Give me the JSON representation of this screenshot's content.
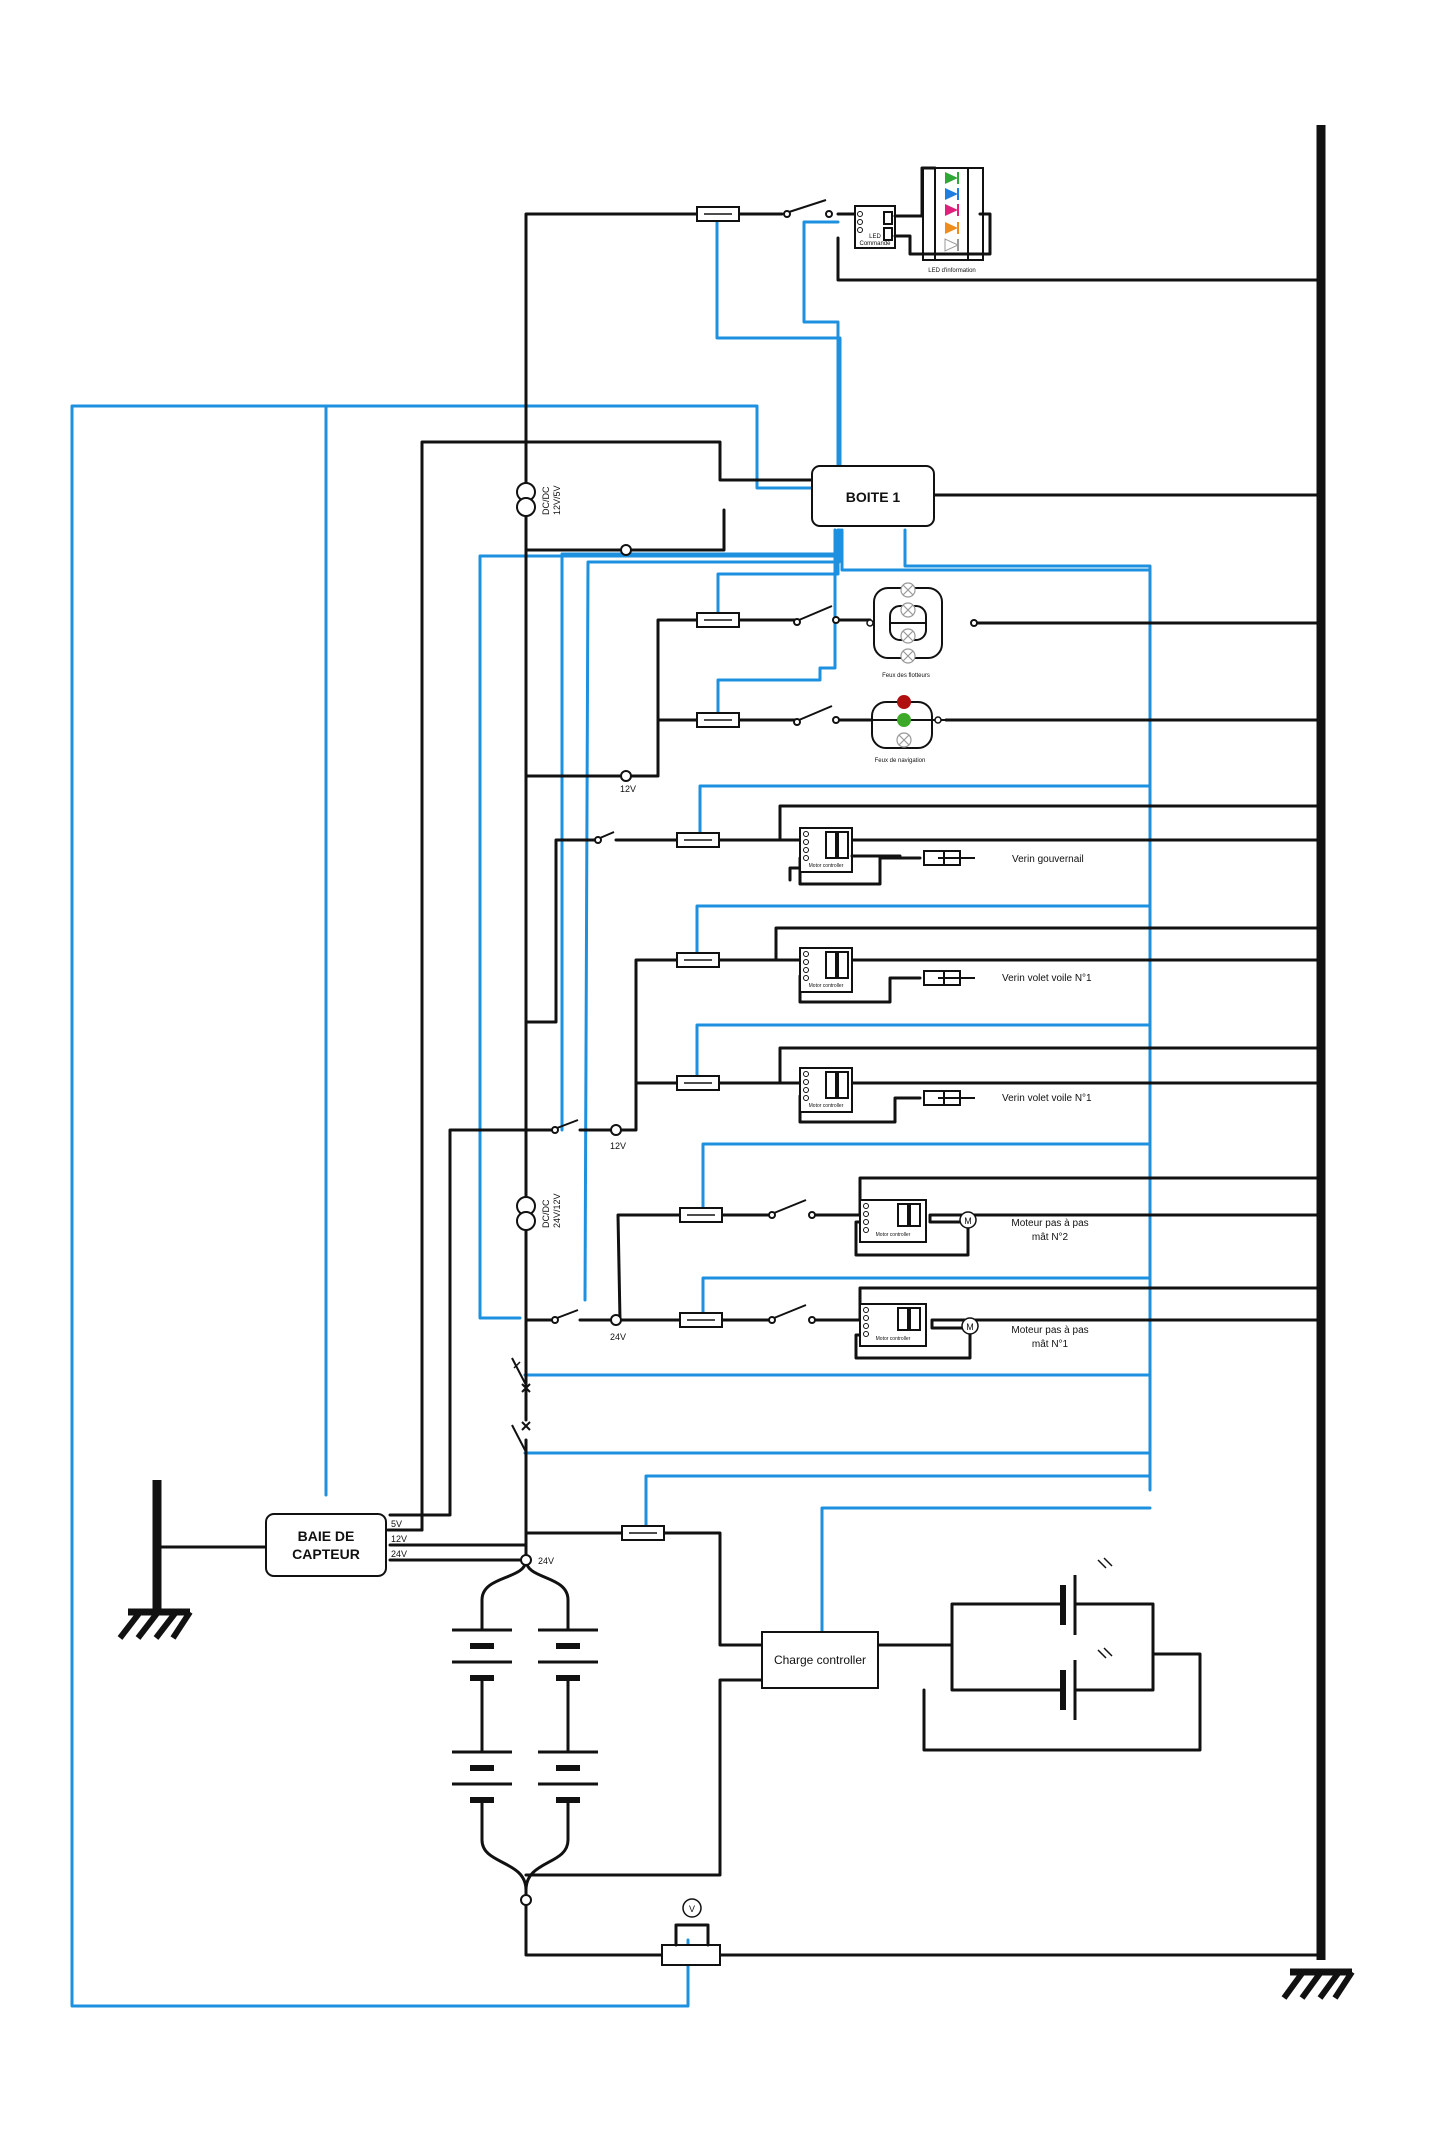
{
  "boxes": {
    "boite": "BOITE 1",
    "baie_line1": "BAIE DE",
    "baie_line2": "CAPTEUR",
    "charge": "Charge controller"
  },
  "dcdc_top": {
    "line1": "DC/DC",
    "line2": "12V/5V"
  },
  "dcdc_bottom": {
    "line1": "DC/DC",
    "line2": "24V/12V"
  },
  "voltages": {
    "v5": "5V",
    "v12": "12V",
    "v24": "24V"
  },
  "small_labels": {
    "led_commande_1": "LED",
    "led_commande_2": "Commande",
    "led_info": "LED d'information",
    "feux_flotteurs": "Feux des flotteurs",
    "feux_navigation": "Feux de navigation",
    "motor_controller": "Motor controller",
    "motor_symbol": "M"
  },
  "loads": {
    "verin_gouvernail": "Verin gouvernail",
    "verin_voile_1": "Verin volet voile N°1",
    "verin_voile_2": "Verin volet voile N°1",
    "moteur_2_line1": "Moteur pas à pas",
    "moteur_2_line2": "mât N°2",
    "moteur_1_line1": "Moteur pas à pas",
    "moteur_1_line2": "mât N°1"
  },
  "colors": {
    "wire_power": "#111111",
    "wire_signal": "#1e90e0",
    "led_green": "#2ea836",
    "led_blue": "#1e7fe0",
    "led_magenta": "#e0207a",
    "led_orange": "#f08c1e",
    "led_gray": "#9a9a9a",
    "nav_red": "#b01010",
    "nav_green": "#3caa28"
  }
}
